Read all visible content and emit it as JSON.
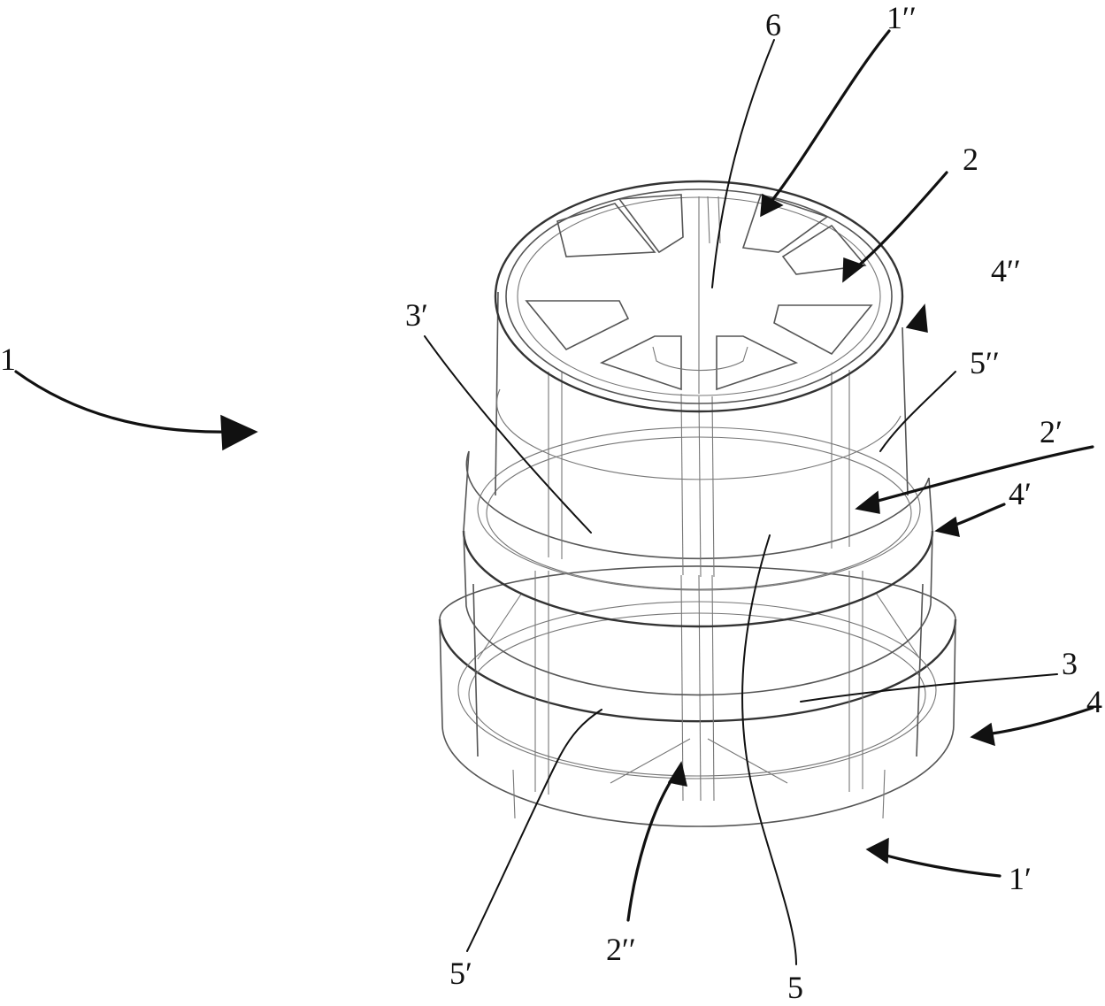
{
  "labels": {
    "assembly": "1",
    "bottom_end": "1′",
    "top_end": "1′′",
    "rib_top": "2",
    "rib_mid": "2′",
    "rib_bottom": "2′′",
    "window_lower": "3",
    "window_upper": "3′",
    "ring_bottom": "4",
    "ring_mid": "4′",
    "ring_top": "4′′",
    "strut_center": "5",
    "strut_lower": "5′",
    "strut_upper": "5′′",
    "hub": "6"
  }
}
